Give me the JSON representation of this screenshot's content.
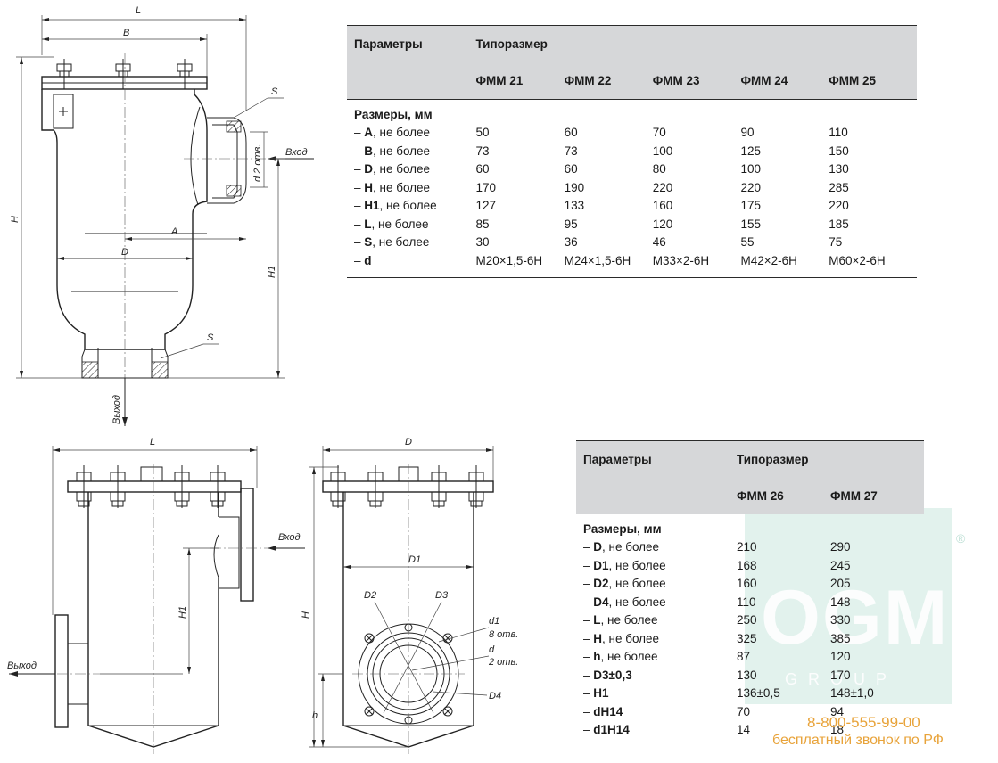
{
  "table1": {
    "param_header": "Параметры",
    "size_header": "Типоразмер",
    "models": [
      "ФММ 21",
      "ФММ 22",
      "ФММ 23",
      "ФММ 24",
      "ФММ 25"
    ],
    "section": "Размеры, мм",
    "rows": [
      {
        "dash": "– ",
        "key": "A",
        "suffix": ", не более",
        "values": [
          "50",
          "60",
          "70",
          "90",
          "110"
        ]
      },
      {
        "dash": "– ",
        "key": "B",
        "suffix": ", не более",
        "values": [
          "73",
          "73",
          "100",
          "125",
          "150"
        ]
      },
      {
        "dash": "– ",
        "key": "D",
        "suffix": ", не более",
        "values": [
          "60",
          "60",
          "80",
          "100",
          "130"
        ]
      },
      {
        "dash": "– ",
        "key": "H",
        "suffix": ", не более",
        "values": [
          "170",
          "190",
          "220",
          "220",
          "285"
        ]
      },
      {
        "dash": "– ",
        "key": "H1",
        "suffix": ", не более",
        "values": [
          "127",
          "133",
          "160",
          "175",
          "220"
        ]
      },
      {
        "dash": "– ",
        "key": "L",
        "suffix": ", не более",
        "values": [
          "85",
          "95",
          "120",
          "155",
          "185"
        ]
      },
      {
        "dash": "– ",
        "key": "S",
        "suffix": ", не более",
        "values": [
          "30",
          "36",
          "46",
          "55",
          "75"
        ]
      },
      {
        "dash": "– ",
        "key": "d",
        "suffix": "",
        "values": [
          "M20×1,5-6H",
          "M24×1,5-6H",
          "M33×2-6H",
          "M42×2-6H",
          "M60×2-6H"
        ]
      }
    ]
  },
  "table2": {
    "param_header": "Параметры",
    "size_header": "Типоразмер",
    "models": [
      "ФММ 26",
      "ФММ 27"
    ],
    "section": "Размеры, мм",
    "rows": [
      {
        "dash": "– ",
        "key": "D",
        "suffix": ", не более",
        "values": [
          "210",
          "290"
        ]
      },
      {
        "dash": "– ",
        "key": "D1",
        "suffix": ", не более",
        "values": [
          "168",
          "245"
        ]
      },
      {
        "dash": "– ",
        "key": "D2",
        "suffix": ", не более",
        "values": [
          "160",
          "205"
        ]
      },
      {
        "dash": "– ",
        "key": "D4",
        "suffix": ", не более",
        "values": [
          "110",
          "148"
        ]
      },
      {
        "dash": "– ",
        "key": "L",
        "suffix": ", не более",
        "values": [
          "250",
          "330"
        ]
      },
      {
        "dash": "– ",
        "key": "H",
        "suffix": ", не более",
        "values": [
          "325",
          "385"
        ]
      },
      {
        "dash": "– ",
        "key": "h",
        "suffix": ", не более",
        "values": [
          "87",
          "120"
        ]
      },
      {
        "dash": "– ",
        "key": "D3±0,3",
        "suffix": "",
        "values": [
          "130",
          "170"
        ]
      },
      {
        "dash": "– ",
        "key": "H1",
        "suffix": "",
        "values": [
          "136±0,5",
          "148±1,0"
        ]
      },
      {
        "dash": "– ",
        "key": "dH14",
        "suffix": "",
        "values": [
          "70",
          "94"
        ]
      },
      {
        "dash": "– ",
        "key": "d1H14",
        "suffix": "",
        "values": [
          "14",
          "18"
        ]
      }
    ]
  },
  "drawing1": {
    "L": "L",
    "B": "B",
    "S_top": "S",
    "inlet": "Вход",
    "d_holes": "d 2 отв.",
    "H": "H",
    "A": "A",
    "D": "D",
    "H1": "H1",
    "S_bottom": "S",
    "outlet": "Выход"
  },
  "drawing2": {
    "L": "L",
    "inlet": "Вход",
    "H1": "H1",
    "outlet": "Выход"
  },
  "drawing3": {
    "D": "D",
    "D1": "D1",
    "H": "H",
    "D2": "D2",
    "D3": "D3",
    "d1": "d1",
    "holes8": "8 отв.",
    "d": "d",
    "holes2": "2 отв.",
    "D4": "D4",
    "h": "h"
  },
  "watermark": {
    "brand": "OGM",
    "sub": "GROUP",
    "reg": "®",
    "phone": "8-800-555-99-00",
    "free_call": "бесплатный звонок по РФ",
    "colors": {
      "panel": "#d8ede7",
      "phone": "#e8a33a"
    }
  },
  "colors": {
    "table_header": "#d6d7d9"
  }
}
